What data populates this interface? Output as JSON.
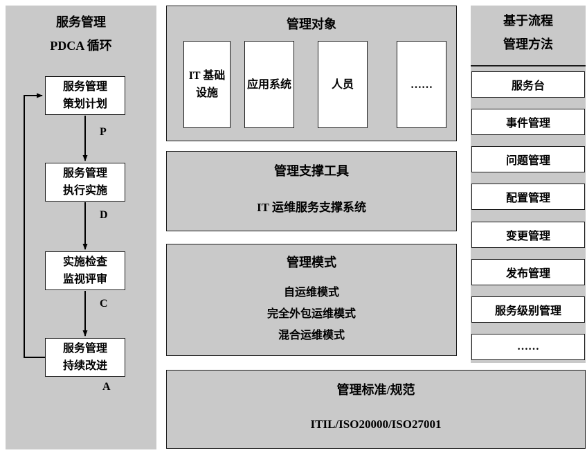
{
  "left_panel": {
    "title_line1": "服务管理",
    "title_line2": "PDCA 循环",
    "boxes": [
      {
        "line1": "服务管理",
        "line2": "策划计划",
        "label": "P"
      },
      {
        "line1": "服务管理",
        "line2": "执行实施",
        "label": "D"
      },
      {
        "line1": "实施检查",
        "line2": "监视评审",
        "label": "C"
      },
      {
        "line1": "服务管理",
        "line2": "持续改进",
        "label": "A"
      }
    ]
  },
  "objects_panel": {
    "title": "管理对象",
    "items": [
      "IT 基础设施",
      "应用系统",
      "人员",
      "……"
    ]
  },
  "tools_panel": {
    "title": "管理支撑工具",
    "content": "IT 运维服务支撑系统"
  },
  "models_panel": {
    "title": "管理模式",
    "items": [
      "自运维模式",
      "完全外包运维模式",
      "混合运维模式"
    ]
  },
  "standards_panel": {
    "title": "管理标准/规范",
    "content": "ITIL/ISO20000/ISO27001"
  },
  "process_panel": {
    "title_line1": "基于流程",
    "title_line2": "管理方法",
    "items": [
      "服务台",
      "事件管理",
      "问题管理",
      "配置管理",
      "变更管理",
      "发布管理",
      "服务级别管理",
      "……"
    ]
  },
  "colors": {
    "panel_bg": "#c9c9c9",
    "box_bg": "#ffffff",
    "border": "#1a1a1a",
    "text": "#000000"
  }
}
